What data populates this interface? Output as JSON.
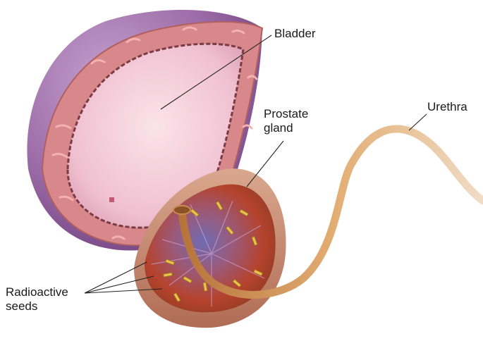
{
  "labels": {
    "bladder": "Bladder",
    "prostate": [
      "Prostate",
      "gland"
    ],
    "urethra": "Urethra",
    "seeds": [
      "Radioactive",
      "seeds"
    ]
  },
  "colors": {
    "bladder_outer": "#9a6aa6",
    "bladder_rim": "#d8878a",
    "bladder_inner": "#f3c9d6",
    "prostate_outer": "#c07f67",
    "prostate_inner": "#b0422e",
    "prostate_core": "#7b6fae",
    "urethra": "#d49a5f",
    "seed": "#e8c24a",
    "leader_line": "#222222"
  },
  "icons": [
    "radioactive-seed"
  ]
}
